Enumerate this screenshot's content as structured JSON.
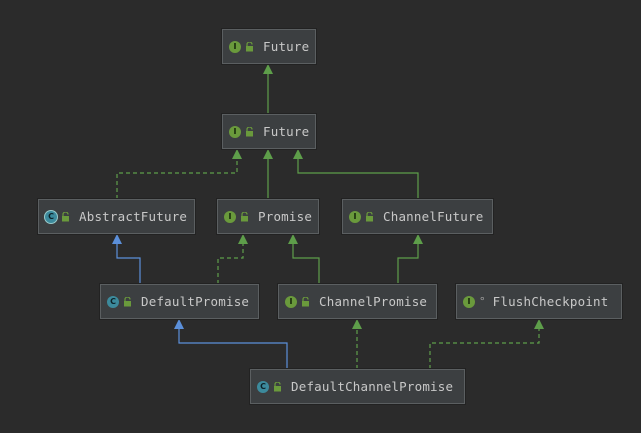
{
  "nodes": {
    "future_top": {
      "label": "Future",
      "kind": "interface",
      "badge": "I",
      "visibility": "public"
    },
    "future": {
      "label": "Future",
      "kind": "interface",
      "badge": "I",
      "visibility": "public"
    },
    "abstract_future": {
      "label": "AbstractFuture",
      "kind": "abstract-class",
      "badge": "C",
      "visibility": "public"
    },
    "promise": {
      "label": "Promise",
      "kind": "interface",
      "badge": "I",
      "visibility": "public"
    },
    "channel_future": {
      "label": "ChannelFuture",
      "kind": "interface",
      "badge": "I",
      "visibility": "public"
    },
    "default_promise": {
      "label": "DefaultPromise",
      "kind": "class",
      "badge": "C",
      "visibility": "public"
    },
    "channel_promise": {
      "label": "ChannelPromise",
      "kind": "interface",
      "badge": "I",
      "visibility": "public"
    },
    "flush_checkpoint": {
      "label": "FlushCheckpoint",
      "kind": "interface",
      "badge": "I",
      "visibility": "package-private"
    },
    "default_channel_promise": {
      "label": "DefaultChannelPromise",
      "kind": "class",
      "badge": "C",
      "visibility": "public"
    }
  },
  "edges": [
    {
      "from": "future",
      "to": "future_top",
      "type": "extends-interface"
    },
    {
      "from": "abstract_future",
      "to": "future",
      "type": "implements"
    },
    {
      "from": "promise",
      "to": "future",
      "type": "extends-interface"
    },
    {
      "from": "channel_future",
      "to": "future",
      "type": "extends-interface"
    },
    {
      "from": "default_promise",
      "to": "abstract_future",
      "type": "extends-class"
    },
    {
      "from": "default_promise",
      "to": "promise",
      "type": "implements"
    },
    {
      "from": "channel_promise",
      "to": "promise",
      "type": "extends-interface"
    },
    {
      "from": "channel_promise",
      "to": "channel_future",
      "type": "extends-interface"
    },
    {
      "from": "default_channel_promise",
      "to": "default_promise",
      "type": "extends-class"
    },
    {
      "from": "default_channel_promise",
      "to": "channel_promise",
      "type": "implements"
    },
    {
      "from": "default_channel_promise",
      "to": "flush_checkpoint",
      "type": "implements"
    }
  ],
  "colors": {
    "background": "#2b2b2b",
    "interface_inheritance": "#5e9e4a",
    "class_inheritance": "#5b8fd9",
    "node_fill": "#3c3f41",
    "node_text": "#c8c8c8",
    "interface_badge": "#6a9a3c",
    "class_badge": "#3c8a9c"
  }
}
